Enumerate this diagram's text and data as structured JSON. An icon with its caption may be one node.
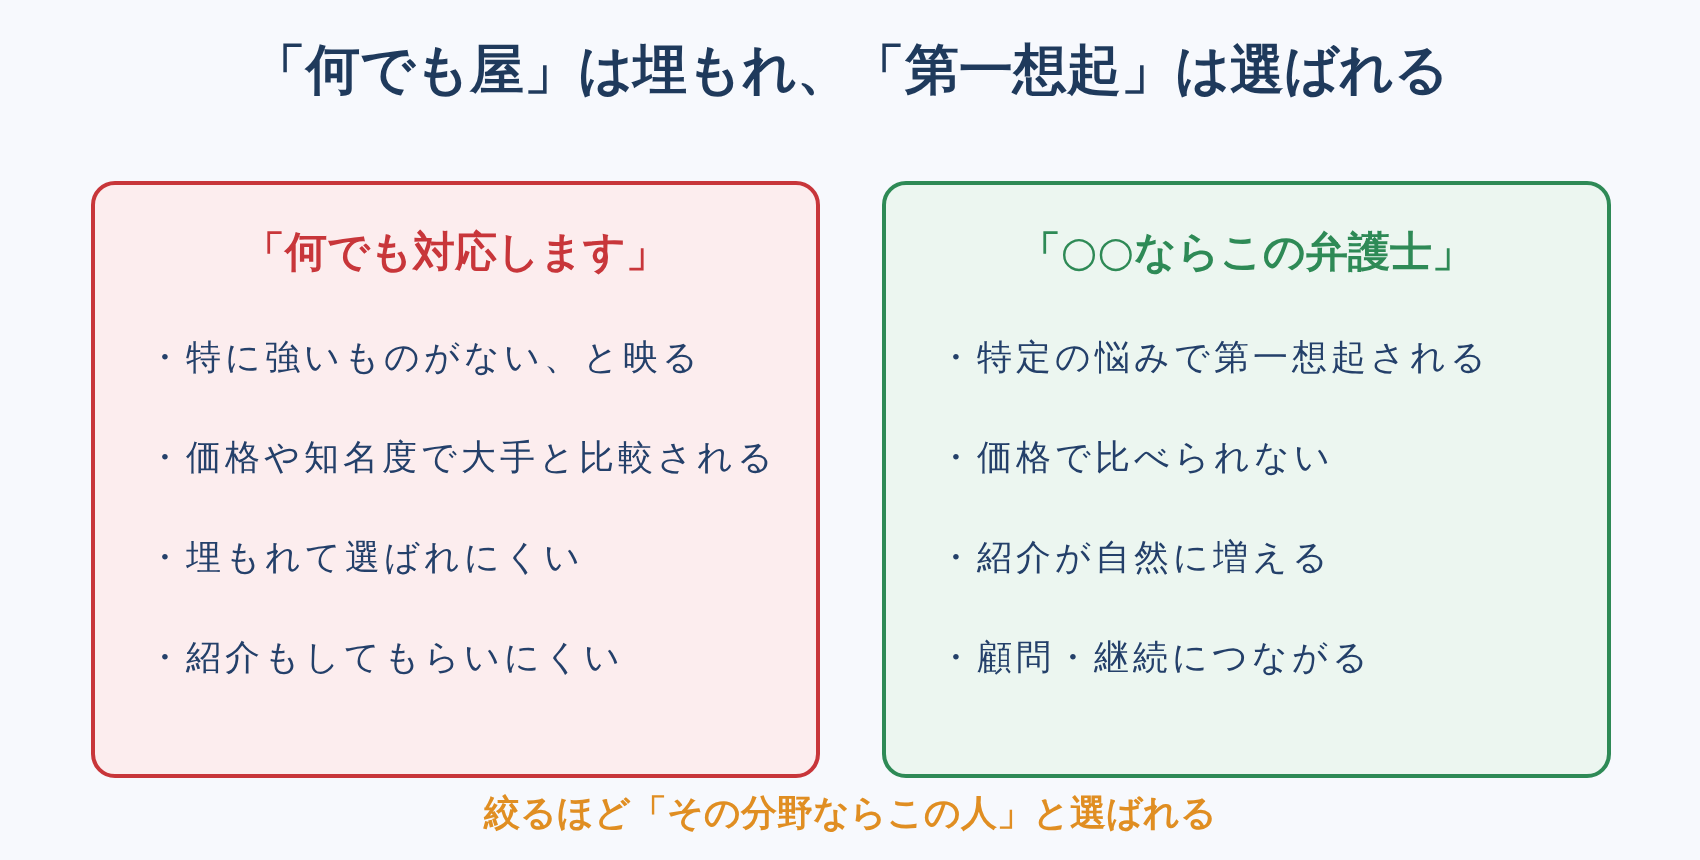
{
  "diagram": {
    "title": "「何でも屋」は埋もれ、「第一想起」は選ばれる",
    "nodes": [
      {
        "text": [
          "「何でも対応します」",
          "・特に強いものがない、と映る",
          "・価格や知名度で大手と比較される",
          "・埋もれて選ばれにくい",
          "・紹介もしてもらいにくい"
        ]
      },
      {
        "text": [
          "「○○ならこの弁護士」",
          "・特定の悩みで第一想起される",
          "・価格で比べられない",
          "・紹介が自然に増える",
          "・顧問・継続につながる"
        ]
      }
    ],
    "caption": "絞るほど「その分野ならこの人」と選ばれる"
  }
}
